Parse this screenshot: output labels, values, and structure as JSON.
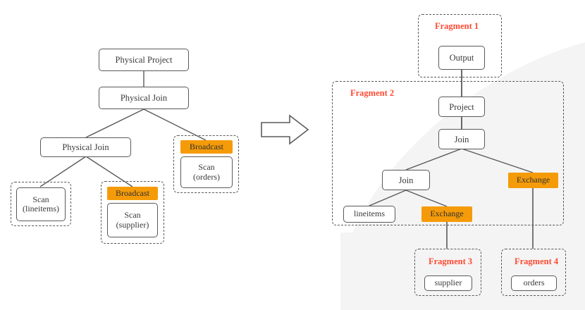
{
  "figure": {
    "type": "diagram",
    "subtype": "query-plan-transformation",
    "description": "Physical plan tree transformed into distributed fragment plan",
    "colors": {
      "orange": "#F59B09",
      "fragment_label_red": "#FF4A33",
      "node_border": "#595959",
      "dash_border": "#585858",
      "background_tint": "#F4F4F4"
    }
  },
  "left_plan": {
    "title": "physical-plan",
    "nodes": [
      {
        "id": "physical-project",
        "label": "Physical Project",
        "kind": "plain"
      },
      {
        "id": "physical-join-top",
        "label": "Physical Join",
        "kind": "plain"
      },
      {
        "id": "physical-join-inner",
        "label": "Physical Join",
        "kind": "plain"
      },
      {
        "id": "scan-lineitems",
        "label_line1": "Scan",
        "label_line2": "(lineitems)",
        "kind": "plain"
      },
      {
        "id": "broadcast-supplier",
        "label": "Broadcast",
        "kind": "orange"
      },
      {
        "id": "scan-supplier",
        "label_line1": "Scan",
        "label_line2": "(supplier)",
        "kind": "plain"
      },
      {
        "id": "broadcast-orders",
        "label": "Broadcast",
        "kind": "orange"
      },
      {
        "id": "scan-orders",
        "label_line1": "Scan",
        "label_line2": "(orders)",
        "kind": "plain"
      }
    ],
    "groups": [
      {
        "id": "group-lineitems",
        "members": [
          "scan-lineitems"
        ]
      },
      {
        "id": "group-supplier",
        "members": [
          "broadcast-supplier",
          "scan-supplier"
        ]
      },
      {
        "id": "group-orders",
        "members": [
          "broadcast-orders",
          "scan-orders"
        ]
      }
    ],
    "edges": [
      [
        "physical-project",
        "physical-join-top"
      ],
      [
        "physical-join-top",
        "physical-join-inner"
      ],
      [
        "physical-join-top",
        "broadcast-orders"
      ],
      [
        "physical-join-inner",
        "scan-lineitems"
      ],
      [
        "physical-join-inner",
        "broadcast-supplier"
      ]
    ]
  },
  "arrow": {
    "label": "transforms-to",
    "direction": "right"
  },
  "right_plan": {
    "title": "fragment-plan",
    "fragments": [
      {
        "id": "fragment-1",
        "label": "Fragment 1",
        "nodes": [
          "output"
        ]
      },
      {
        "id": "fragment-2",
        "label": "Fragment 2",
        "nodes": [
          "project",
          "join-top",
          "join-inner",
          "lineitems",
          "exchange-supplier",
          "exchange-orders"
        ]
      },
      {
        "id": "fragment-3",
        "label": "Fragment 3",
        "nodes": [
          "supplier"
        ]
      },
      {
        "id": "fragment-4",
        "label": "Fragment 4",
        "nodes": [
          "orders"
        ]
      }
    ],
    "nodes": [
      {
        "id": "output",
        "label": "Output",
        "kind": "plain"
      },
      {
        "id": "project",
        "label": "Project",
        "kind": "plain"
      },
      {
        "id": "join-top",
        "label": "Join",
        "kind": "plain"
      },
      {
        "id": "join-inner",
        "label": "Join",
        "kind": "plain"
      },
      {
        "id": "lineitems",
        "label": "lineitems",
        "kind": "plain"
      },
      {
        "id": "exchange-supplier",
        "label": "Exchange",
        "kind": "orange"
      },
      {
        "id": "exchange-orders",
        "label": "Exchange",
        "kind": "orange"
      },
      {
        "id": "supplier",
        "label": "supplier",
        "kind": "plain"
      },
      {
        "id": "orders",
        "label": "orders",
        "kind": "plain"
      }
    ],
    "edges": [
      [
        "output",
        "project"
      ],
      [
        "project",
        "join-top"
      ],
      [
        "join-top",
        "join-inner"
      ],
      [
        "join-top",
        "exchange-orders"
      ],
      [
        "join-inner",
        "lineitems"
      ],
      [
        "join-inner",
        "exchange-supplier"
      ],
      [
        "exchange-supplier",
        "supplier"
      ],
      [
        "exchange-orders",
        "orders"
      ]
    ]
  }
}
